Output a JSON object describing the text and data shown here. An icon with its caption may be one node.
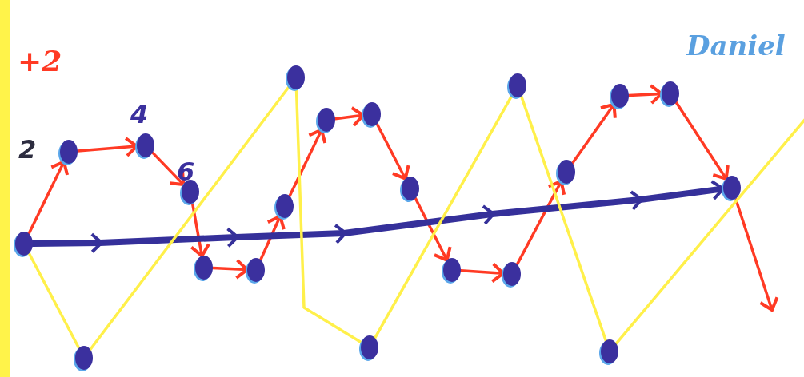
{
  "diagram": {
    "nodes": [
      {
        "text": [],
        "shape": "circle"
      },
      {
        "text": [],
        "shape": "circle",
        "beside": [
          "2"
        ]
      },
      {
        "text": [],
        "shape": "circle",
        "beside": [
          "4"
        ]
      },
      {
        "text": [],
        "shape": "circle",
        "beside": [
          "6"
        ]
      },
      {
        "text": [],
        "shape": "circle"
      },
      {
        "text": [],
        "shape": "circle"
      },
      {
        "text": [],
        "shape": "circle"
      },
      {
        "text": [],
        "shape": "circle"
      },
      {
        "text": [],
        "shape": "circle"
      },
      {
        "text": [],
        "shape": "circle"
      },
      {
        "text": [],
        "shape": "circle"
      },
      {
        "text": [],
        "shape": "circle"
      },
      {
        "text": [],
        "shape": "circle"
      },
      {
        "text": [],
        "shape": "circle"
      },
      {
        "text": [],
        "shape": "circle"
      },
      {
        "text": [],
        "shape": "circle"
      },
      {
        "text": [],
        "shape": "circle"
      },
      {
        "text": [],
        "shape": "circle"
      },
      {
        "text": [],
        "shape": "circle"
      },
      {
        "text": [],
        "shape": "circle"
      },
      {
        "text": [],
        "shape": "circle"
      }
    ],
    "edges": [
      {
        "from": 0,
        "to": 1,
        "arrow": "to"
      },
      {
        "from": 1,
        "to": 2,
        "arrow": "to"
      },
      {
        "from": 2,
        "to": 3,
        "arrow": "to"
      },
      {
        "from": 3,
        "to": 4,
        "arrow": "to"
      },
      {
        "from": 4,
        "to": 5,
        "arrow": "to"
      },
      {
        "from": 5,
        "to": 6,
        "arrow": "to"
      },
      {
        "from": 6,
        "to": 7,
        "arrow": "to"
      },
      {
        "from": 7,
        "to": 8,
        "arrow": "to"
      },
      {
        "from": 8,
        "to": 9,
        "arrow": "to"
      },
      {
        "from": 9,
        "to": 10,
        "arrow": "to"
      },
      {
        "from": 10,
        "to": 11,
        "arrow": "to"
      },
      {
        "from": 11,
        "to": 12,
        "arrow": "to"
      },
      {
        "from": 12,
        "to": 13,
        "arrow": "to"
      },
      {
        "from": 13,
        "to": 14,
        "arrow": "to"
      },
      {
        "from": 14,
        "to": 15,
        "arrow": "to"
      },
      {
        "from": 15,
        "to": null,
        "arrow": "to"
      },
      {
        "from": 0,
        "to": 15,
        "arrow": "to",
        "style": "thick",
        "color": "#35309a"
      },
      {
        "from": 0,
        "to": 18,
        "arrow": "none",
        "color": "#fff04a"
      },
      {
        "from": 18,
        "to": 16,
        "arrow": "none",
        "color": "#fff04a"
      },
      {
        "from": 16,
        "to": 19,
        "arrow": "none",
        "color": "#fff04a"
      },
      {
        "from": 19,
        "to": 17,
        "arrow": "none",
        "color": "#fff04a"
      },
      {
        "from": 17,
        "to": 20,
        "arrow": "none",
        "color": "#fff04a"
      },
      {
        "from": 20,
        "to": null,
        "arrow": "none",
        "color": "#fff04a"
      }
    ],
    "labels": [
      "+2",
      "Daniel"
    ]
  }
}
